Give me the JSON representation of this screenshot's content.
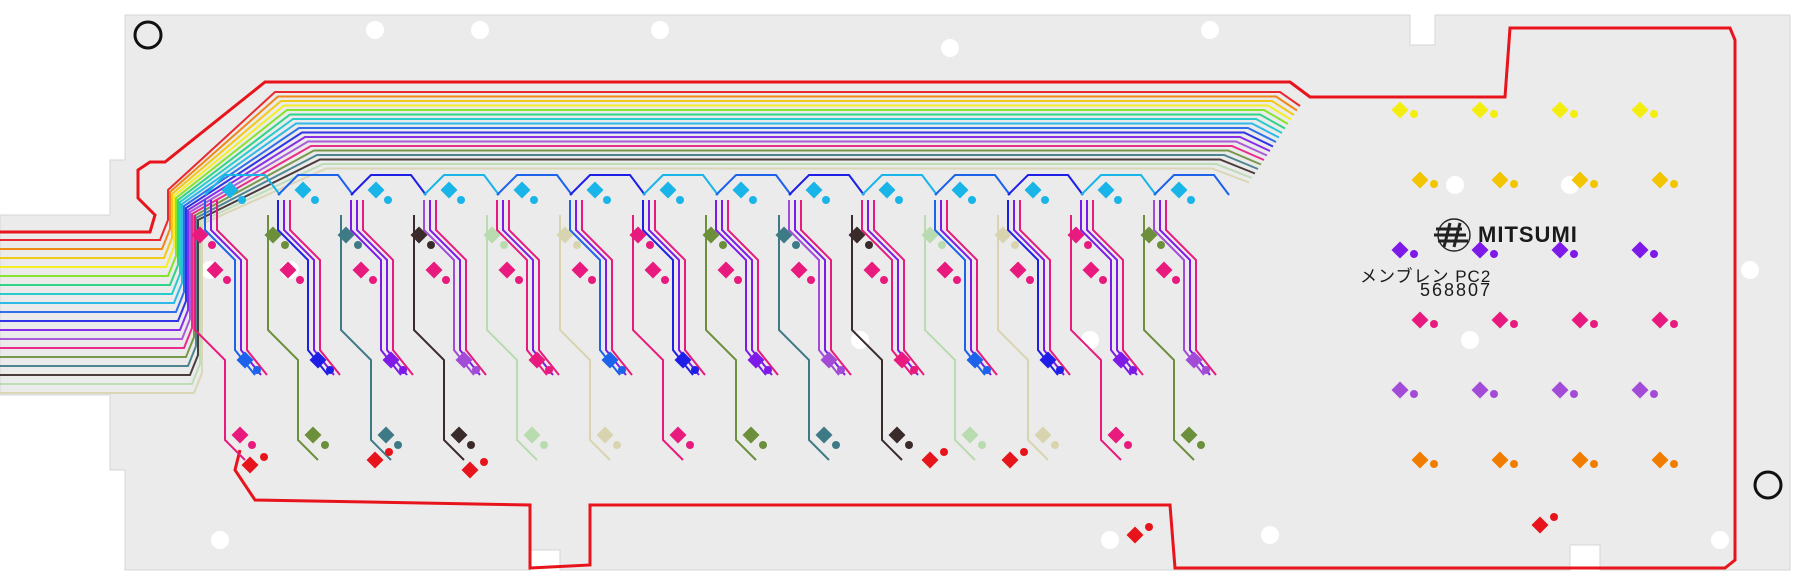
{
  "board": {
    "brand": "MITSUMI",
    "logo_icon": "mitsumi-logo-icon",
    "part_type": "メンブレン PC2",
    "part_number": "568807"
  },
  "palette": {
    "board": "#ebebeb",
    "outer_trace": "#e8141b",
    "traces": [
      "#e8141b",
      "#f07d00",
      "#f2c500",
      "#f4ee10",
      "#7be21a",
      "#19d27c",
      "#14c8c8",
      "#19b4e8",
      "#1c62ea",
      "#1e1ee6",
      "#7d1ae8",
      "#a24bd6",
      "#e81a7d",
      "#6b8f3a",
      "#3e7a86",
      "#3a2a2a",
      "#b8dbb0",
      "#d8d4b0"
    ]
  }
}
